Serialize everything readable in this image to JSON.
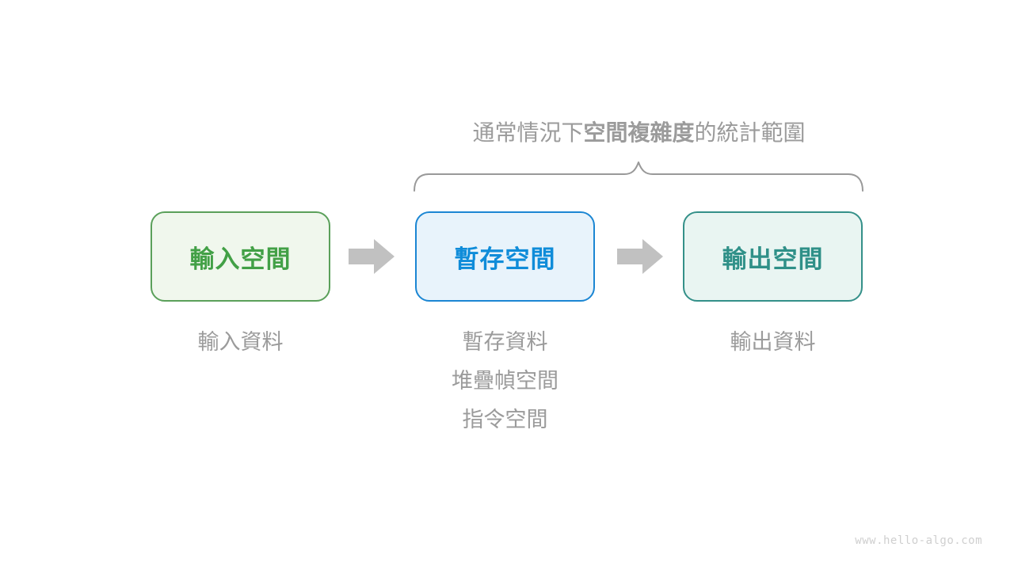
{
  "title": {
    "prefix": "通常情況下",
    "bold": "空間複雜度",
    "suffix": "的統計範圍"
  },
  "boxes": [
    {
      "id": "input-space",
      "label": "輸入空間"
    },
    {
      "id": "temp-space",
      "label": "暫存空間"
    },
    {
      "id": "output-space",
      "label": "輸出空間"
    }
  ],
  "annotations": {
    "input": [
      "輸入資料"
    ],
    "temp": [
      "暫存資料",
      "堆疊幀空間",
      "指令空間"
    ],
    "output": [
      "輸出資料"
    ]
  },
  "watermark": "www.hello-algo.com",
  "colors": {
    "input_border": "#5aa05a",
    "input_bg": "#f0f7ed",
    "input_text": "#42a046",
    "temp_border": "#1b86d3",
    "temp_bg": "#e8f3fb",
    "temp_text": "#0f8cd9",
    "output_border": "#349089",
    "output_bg": "#e9f5f2",
    "output_text": "#2f9088",
    "gray_text": "#9b9b9b",
    "brace": "#999999",
    "arrow": "#c1c1c1",
    "watermark": "#cfcfcf"
  }
}
